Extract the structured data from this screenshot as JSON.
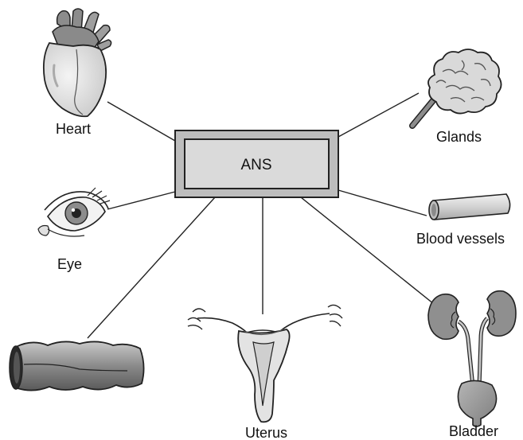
{
  "center": {
    "label": "ANS"
  },
  "organs": {
    "heart": "Heart",
    "glands": "Glands",
    "eye": "Eye",
    "blood_vessels": "Blood vessels",
    "uterus": "Uterus",
    "bladder": "Bladder"
  },
  "colors": {
    "box_fill": "#d6d6d6",
    "box_outer": "#b8b8b8",
    "organ_gray": "#9a9a9a",
    "organ_light": "#e6e6e6",
    "line": "#222222"
  }
}
